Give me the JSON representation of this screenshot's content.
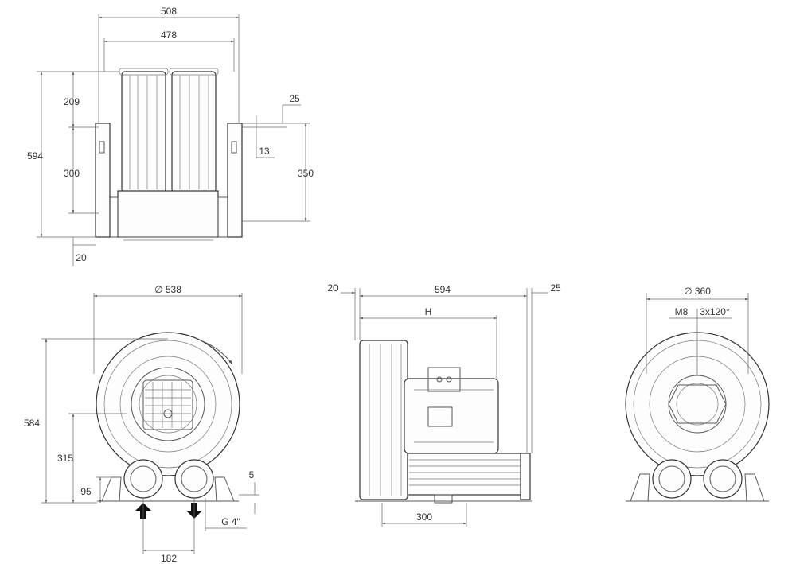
{
  "dimensions": {
    "top_width_outer": "508",
    "top_width_inner": "478",
    "top_h_total": "594",
    "top_h_upper": "209",
    "top_h_middle": "300",
    "top_h_bottom": "20",
    "top_bracket_thick": "25",
    "top_bracket_offset": "13",
    "top_bracket_height": "350",
    "front_diameter": "∅ 538",
    "front_height_total": "584",
    "front_height_axis": "315",
    "front_height_port": "95",
    "front_foot": "5",
    "front_port_spacing": "182",
    "front_thread": "G 4\"",
    "side_left_gap": "20",
    "side_length": "594",
    "side_right_gap": "25",
    "side_motor": "H",
    "side_base": "300",
    "rear_diameter": "∅ 360",
    "rear_bolt": "M8",
    "rear_pattern": "3x120°"
  }
}
